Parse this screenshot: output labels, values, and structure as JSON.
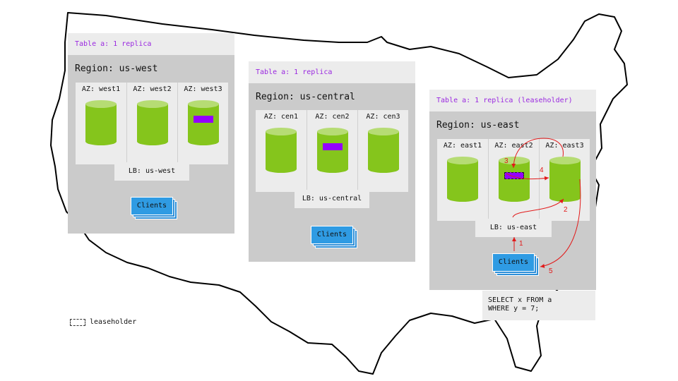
{
  "regions": {
    "west": {
      "table": "Table a: 1 replica",
      "title": "Region: us-west",
      "azs": [
        "AZ: west1",
        "AZ: west2",
        "AZ: west3"
      ],
      "lb": "LB: us-west",
      "clients": "Clients"
    },
    "central": {
      "table": "Table a: 1 replica",
      "title": "Region: us-central",
      "azs": [
        "AZ: cen1",
        "AZ: cen2",
        "AZ: cen3"
      ],
      "lb": "LB: us-central",
      "clients": "Clients"
    },
    "east": {
      "table": "Table a: 1 replica (leaseholder)",
      "title": "Region: us-east",
      "azs": [
        "AZ: east1",
        "AZ: east2",
        "AZ: east3"
      ],
      "lb": "LB: us-east",
      "clients": "Clients"
    }
  },
  "query": [
    "SELECT x FROM a",
    "WHERE y = 7;"
  ],
  "steps": [
    "1",
    "2",
    "3",
    "4",
    "5"
  ],
  "legend": "leaseholder",
  "colors": {
    "replica": "#9400ff",
    "arrow": "#e21a1a",
    "node": "#85c51c",
    "clients": "#2f9be3"
  }
}
